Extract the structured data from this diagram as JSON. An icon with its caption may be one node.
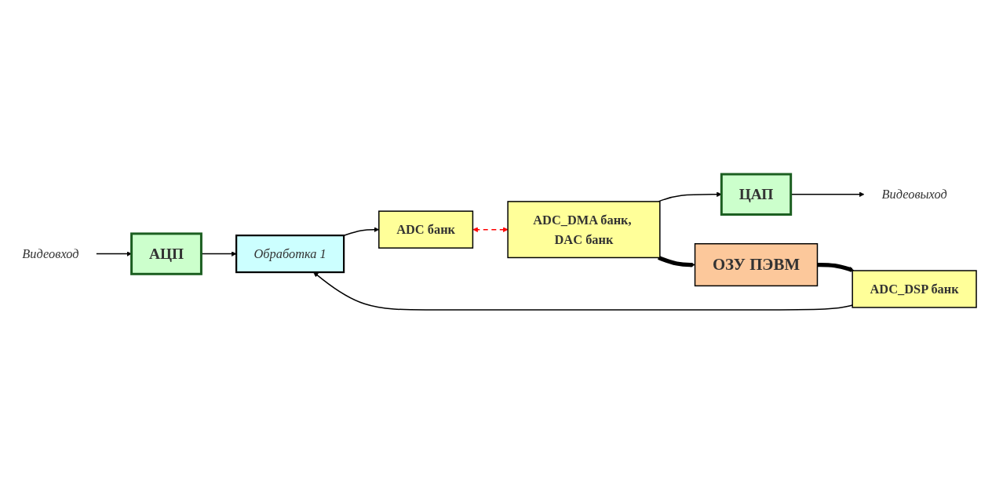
{
  "diagram": {
    "nodes": [
      {
        "text": [
          "Видеовход"
        ]
      },
      {
        "text": [
          "АЦП"
        ]
      },
      {
        "text": [
          "Обработка 1"
        ]
      },
      {
        "text": [
          "ADC банк"
        ]
      },
      {
        "text": [
          "ADC_DMA банк, DAC банк"
        ]
      },
      {
        "text": [
          "ADC_DSP банк"
        ]
      },
      {
        "text": [
          "ЦАП"
        ]
      },
      {
        "text": [
          "Видеовыход"
        ]
      },
      {
        "text": [
          "ОЗУ ПЭВМ"
        ]
      }
    ],
    "edges": [
      {
        "from": 0,
        "to": 1,
        "arrow": "to"
      },
      {
        "from": 1,
        "to": 2,
        "arrow": "to"
      },
      {
        "from": 2,
        "to": 3,
        "arrow": "to"
      },
      {
        "from": 3,
        "to": 4,
        "arrow": "both",
        "style": "dashed",
        "color": "#ff0000"
      },
      {
        "from": 5,
        "to": 2,
        "arrow": "to"
      },
      {
        "from": 4,
        "to": 6,
        "arrow": "to"
      },
      {
        "from": 6,
        "to": 7,
        "arrow": "to"
      },
      {
        "from": 4,
        "to": 8,
        "arrow": "to",
        "style": "thick"
      },
      {
        "from": 8,
        "to": 5,
        "arrow": "to",
        "style": "thick"
      }
    ]
  }
}
